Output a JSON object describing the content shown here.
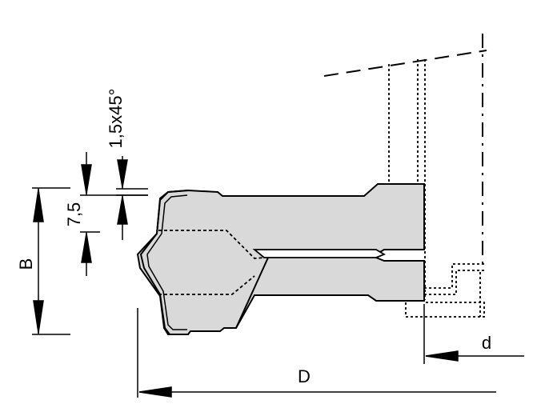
{
  "labels": {
    "chamfer": "1,5x45°",
    "height_small": "7,5",
    "width_b": "B",
    "diameter_small": "d",
    "diameter_large": "D"
  },
  "colors": {
    "body_fill": "#d9d9d9",
    "line": "#000000",
    "background": "#ffffff"
  }
}
